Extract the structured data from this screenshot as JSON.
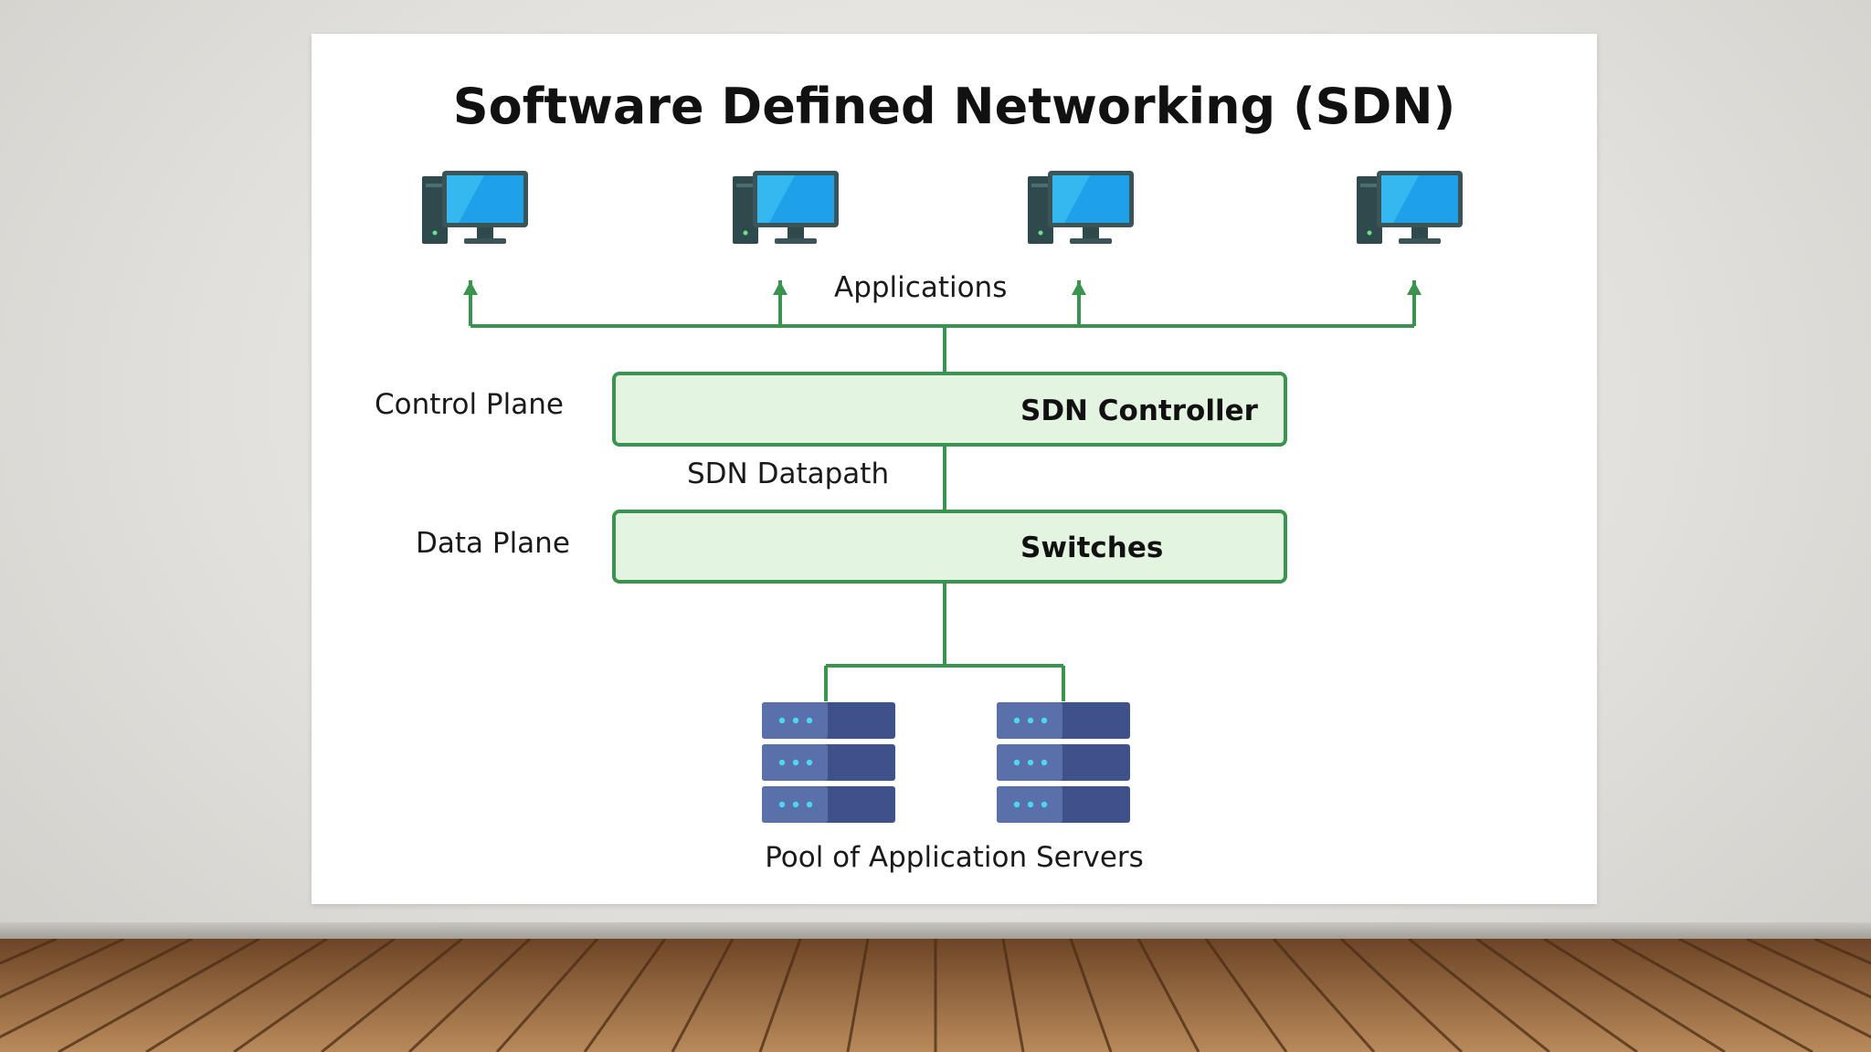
{
  "diagram": {
    "title": "Software Defined Networking (SDN)",
    "applications_label": "Applications",
    "control_plane_label": "Control Plane",
    "sdn_controller_label": "SDN Controller",
    "datapath_label": "SDN Datapath",
    "data_plane_label": "Data Plane",
    "switches_label": "Switches",
    "servers_label": "Pool of Application Servers"
  },
  "icons": {
    "application": "desktop-computer-icon",
    "server": "server-rack-icon"
  },
  "colors": {
    "connector": "#3a944f",
    "box_fill": "#e3f5e1",
    "monitor_screen": "#1ea1e8",
    "server_body": "#3e5289"
  }
}
